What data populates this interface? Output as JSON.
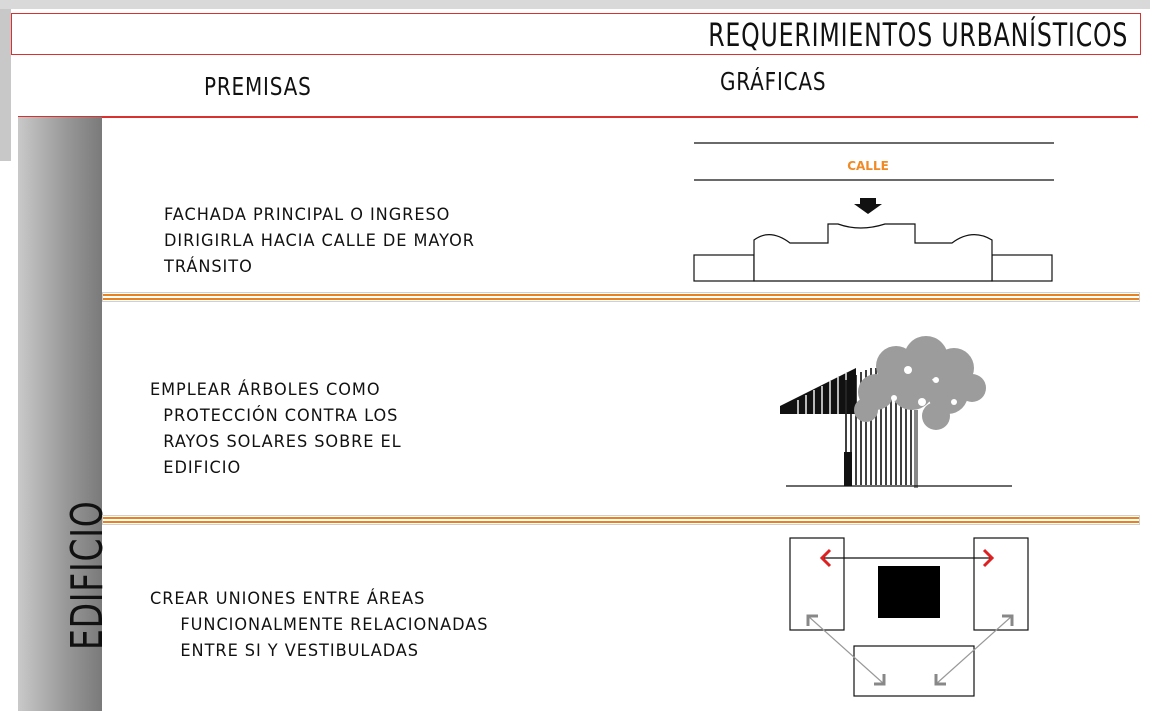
{
  "title": "REQUERIMIENTOS URBANÍSTICOS",
  "headers": {
    "left": "PREMISAS",
    "right": "GRÁFICAS"
  },
  "sidebar": {
    "label": "EDIFICIO"
  },
  "rows": [
    {
      "lines": [
        "FACHADA PRINCIPAL O INGRESO",
        "DIRIGIRLA HACIA CALLE DE MAYOR",
        "TRÁNSITO"
      ],
      "graphic_label": "CALLE"
    },
    {
      "lines": [
        "EMPLEAR ÁRBOLES COMO",
        "PROTECCIÓN CONTRA LOS",
        "RAYOS SOLARES SOBRE EL",
        "EDIFICIO"
      ]
    },
    {
      "lines": [
        "CREAR UNIONES ENTRE ÁREAS",
        "FUNCIONALMENTE RELACIONADAS",
        "ENTRE SI Y VESTIBULADAS"
      ]
    }
  ],
  "colors": {
    "accent_red": "#d93030",
    "accent_orange": "#e8821e",
    "callout": "#f08a24"
  }
}
